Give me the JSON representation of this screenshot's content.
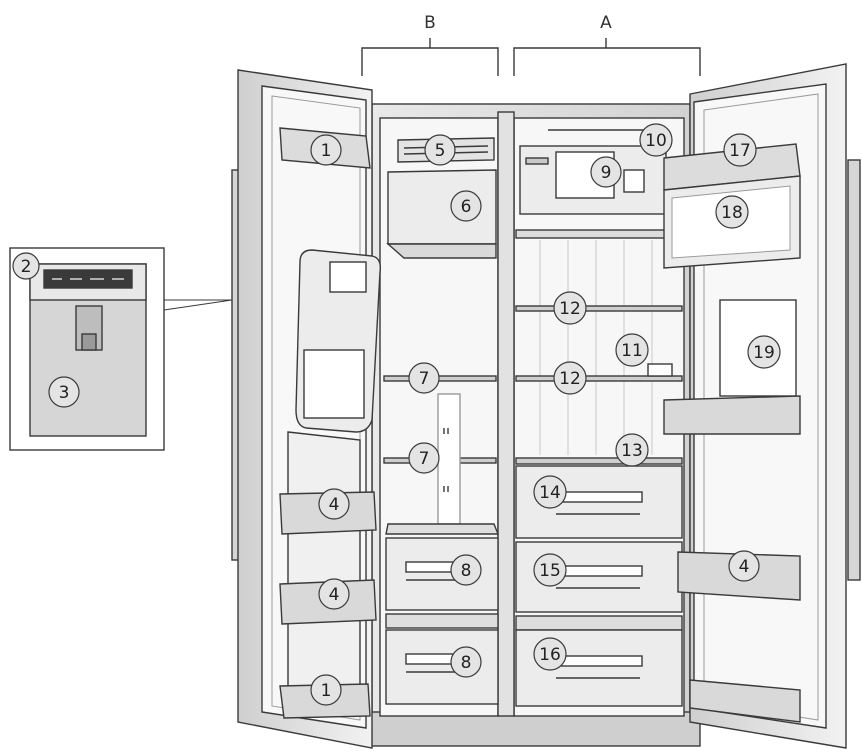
{
  "section_labels": {
    "freezer": "B",
    "fridge": "A"
  },
  "callouts": {
    "door_shelf": "1",
    "control_panel": "2",
    "water_ice_dispenser": "3",
    "door_bin": "4",
    "ice_maker_tray": "5",
    "ice_container": "6",
    "freezer_shelf": "7",
    "freezer_drawer": "8",
    "fridge_light_panel": "9",
    "temp_sensor": "10",
    "light": "11",
    "glass_shelf": "12",
    "crisper_cover": "13",
    "drawer_top": "14",
    "drawer_middle": "15",
    "drawer_bottom": "16",
    "dairy_lid": "17",
    "dairy_compartment": "18",
    "bottle_space": "19"
  },
  "colors": {
    "line": "#3a3a3a",
    "light_fill": "#f3f3f3",
    "mid_fill": "#dcdcdc",
    "dark_fill": "#bdbdbd",
    "callout_fill": "#e4e4e4"
  }
}
